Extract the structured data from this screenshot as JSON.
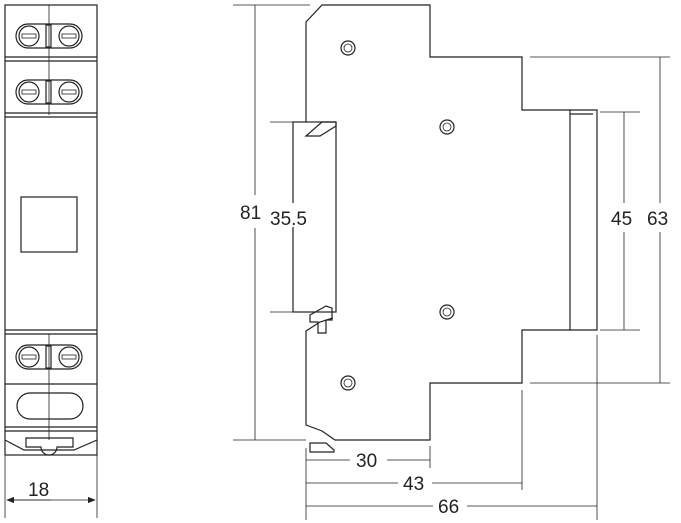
{
  "title": "Dimension drawing (mm)",
  "front_view": {
    "width_label": "18"
  },
  "side_view": {
    "height_label": "81",
    "rail_label": "35.5",
    "inner_height_label": "45",
    "outer_height_label": "63",
    "depth_30_label": "30",
    "depth_43_label": "43",
    "depth_66_label": "66"
  },
  "colors": {
    "line": "#222222",
    "background": "#ffffff"
  }
}
